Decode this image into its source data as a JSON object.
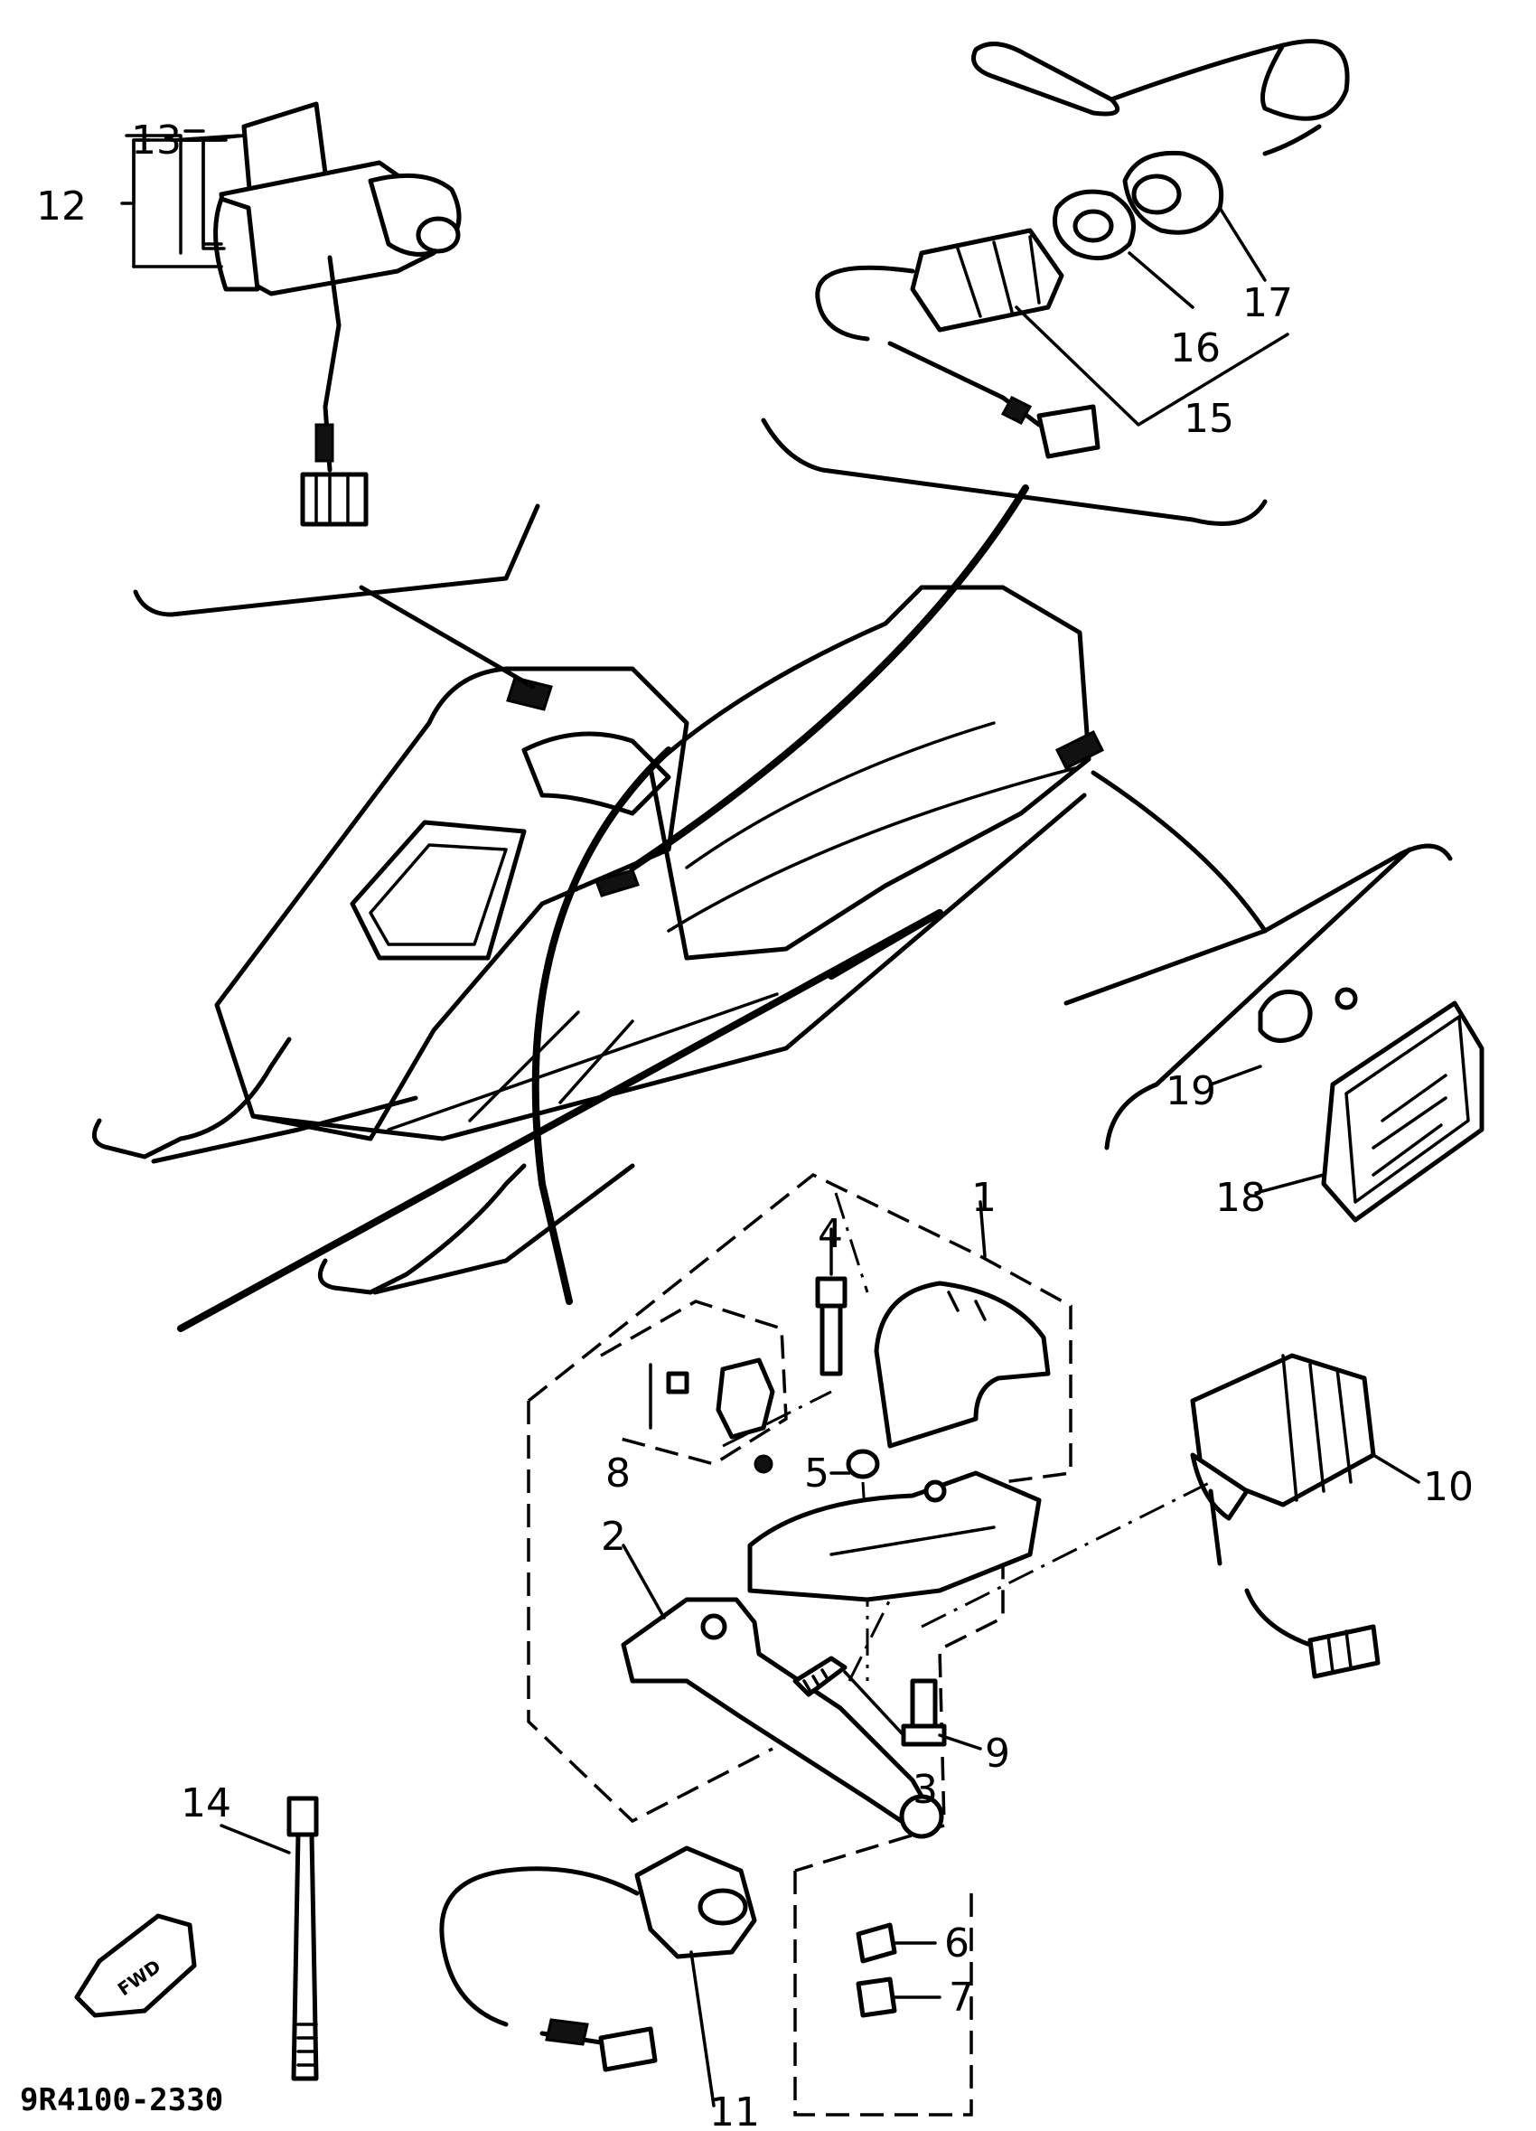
{
  "diagram": {
    "callouts": [
      {
        "id": "1",
        "text": "1"
      },
      {
        "id": "2",
        "text": "2"
      },
      {
        "id": "3",
        "text": "3"
      },
      {
        "id": "4",
        "text": "4"
      },
      {
        "id": "5",
        "text": "5"
      },
      {
        "id": "6",
        "text": "6"
      },
      {
        "id": "7",
        "text": "7"
      },
      {
        "id": "8",
        "text": "8"
      },
      {
        "id": "9",
        "text": "9"
      },
      {
        "id": "10",
        "text": "10"
      },
      {
        "id": "11",
        "text": "11"
      },
      {
        "id": "12",
        "text": "12"
      },
      {
        "id": "13",
        "text": "13"
      },
      {
        "id": "14",
        "text": "14"
      },
      {
        "id": "15",
        "text": "15"
      },
      {
        "id": "16",
        "text": "16"
      },
      {
        "id": "17",
        "text": "17"
      },
      {
        "id": "18",
        "text": "18"
      },
      {
        "id": "19",
        "text": "19"
      }
    ],
    "fwd_badge": "FWD",
    "drawing_code": "9R4100-2330"
  }
}
